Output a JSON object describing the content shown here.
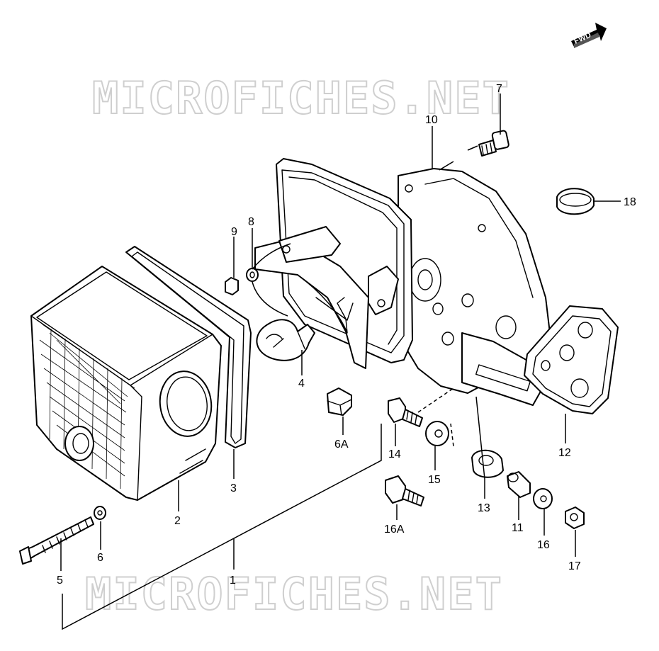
{
  "watermark": {
    "text": "MICROFICHES.NET"
  },
  "fwd_badge": {
    "label": "FWD"
  },
  "callouts": [
    {
      "id": "1",
      "label": "1"
    },
    {
      "id": "2",
      "label": "2"
    },
    {
      "id": "3",
      "label": "3"
    },
    {
      "id": "4",
      "label": "4"
    },
    {
      "id": "5",
      "label": "5"
    },
    {
      "id": "6",
      "label": "6"
    },
    {
      "id": "6A",
      "label": "6A"
    },
    {
      "id": "7",
      "label": "7"
    },
    {
      "id": "8",
      "label": "8"
    },
    {
      "id": "9",
      "label": "9"
    },
    {
      "id": "10",
      "label": "10"
    },
    {
      "id": "11",
      "label": "11"
    },
    {
      "id": "12",
      "label": "12"
    },
    {
      "id": "13",
      "label": "13"
    },
    {
      "id": "14",
      "label": "14"
    },
    {
      "id": "15",
      "label": "15"
    },
    {
      "id": "16",
      "label": "16"
    },
    {
      "id": "16A",
      "label": "16A"
    },
    {
      "id": "17",
      "label": "17"
    },
    {
      "id": "18",
      "label": "18"
    }
  ]
}
